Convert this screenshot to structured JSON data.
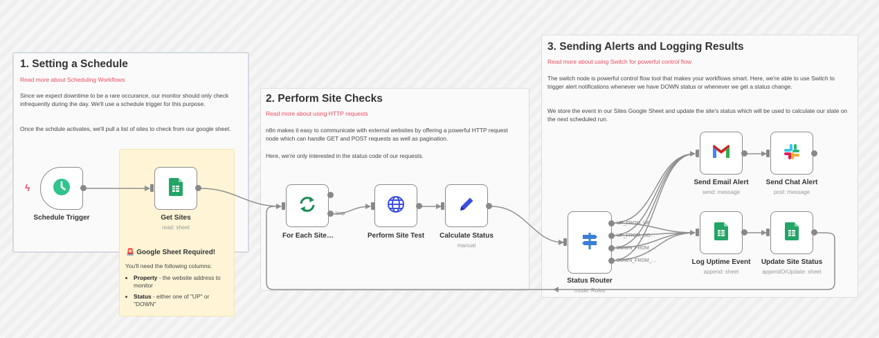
{
  "sticky1": {
    "title": "1. Setting a Schedule",
    "link": "Read more about Scheduling Workflows",
    "text1": "Since we expect downtime to be a rare occurance, our monitor should only check infrequently during the day. We'll use a schedule trigger for this purpose.",
    "text2": "Once the schdule activates, we'll pull a list of sites to check from our google sheet."
  },
  "sticky2": {
    "title": "2. Perform Site Checks",
    "link": "Read more about using HTTP requests",
    "text1": "n8n makes it easy to communicate with external websites by offering a powerful HTTP request node which can handle GET and POST requests as well as pagination.",
    "text2": "Here, we're only interested in the status code of our requests."
  },
  "sticky3": {
    "title": "3. Sending Alerts and Logging Results",
    "link": "Read more about using Switch for powerful control flow",
    "text1": "The switch node is powerful control flow tool that makes your workflows smart. Here, we're able to use Switch to trigger alert notifications whenever we have DOWN status or whenever we get a status change.",
    "text2": "We store the event in our Sites Google Sheet and update the site's status which will be used to calculate our state on the next scheduled run."
  },
  "requirements": {
    "emoji": "🚨",
    "title": "Google Sheet Required!",
    "intro": "You'll need the following columns:",
    "items": [
      {
        "name": "Property",
        "desc": " - the website address to monitor"
      },
      {
        "name": "Status",
        "desc": " - either one of \"UP\" or \"DOWN\""
      }
    ]
  },
  "nodes": {
    "schedule": {
      "label": "Schedule Trigger",
      "icon": "clock-icon"
    },
    "get_sites": {
      "label": "Get Sites",
      "sub": "read: sheet",
      "icon": "google-sheets-icon"
    },
    "for_each": {
      "label": "For Each Site…",
      "icon": "loop-arrows-icon",
      "loop_label": "loop"
    },
    "site_test": {
      "label": "Perform Site Test",
      "icon": "globe-icon"
    },
    "calc_status": {
      "label": "Calculate Status",
      "sub": "manual",
      "icon": "pencil-icon"
    },
    "router": {
      "label": "Status Router",
      "sub": "mode: Rules",
      "icon": "signpost-icon",
      "outputs": [
        "UP_FROM_UP",
        "UP_FROM_DO…",
        "DOWN_FROM_…",
        "DOWN_FROM_…"
      ]
    },
    "email": {
      "label": "Send Email Alert",
      "sub": "send: message",
      "icon": "gmail-icon"
    },
    "chat": {
      "label": "Send Chat Alert",
      "sub": "post: message",
      "icon": "slack-icon"
    },
    "log": {
      "label": "Log Uptime Event",
      "sub": "append: sheet",
      "icon": "google-sheets-icon"
    },
    "update": {
      "label": "Update Site Status",
      "sub": "appendOrUpdate: sheet",
      "icon": "google-sheets-icon"
    }
  },
  "colors": {
    "accent": "#ea4b5f",
    "sheets": "#23a566",
    "http": "#3a4ee0",
    "node_border": "#8a8a8a",
    "wire": "#8f8f8f"
  }
}
